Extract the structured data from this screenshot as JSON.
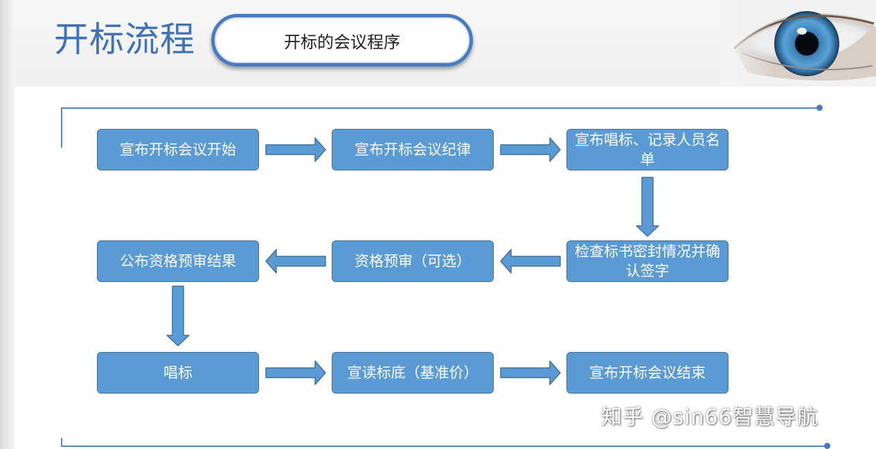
{
  "header": {
    "title": "开标流程",
    "subtitle": "开标的会议程序"
  },
  "flow": {
    "steps": [
      "宣布开标会议开始",
      "宣布开标会议纪律",
      "宣布唱标、记录人员名单",
      "检查标书密封情况并确认签字",
      "资格预审（可选）",
      "公布资格预审结果",
      "唱标",
      "宣读标底（基准价）",
      "宣布开标会议结束"
    ]
  },
  "watermark": "知乎 @sin66智慧导航",
  "colors": {
    "title": "#3f72b8",
    "box_fill": "#5b9bd5",
    "box_border": "#41719c",
    "arrow": "#5b9bd5",
    "frame_line": "#5b86c4"
  }
}
